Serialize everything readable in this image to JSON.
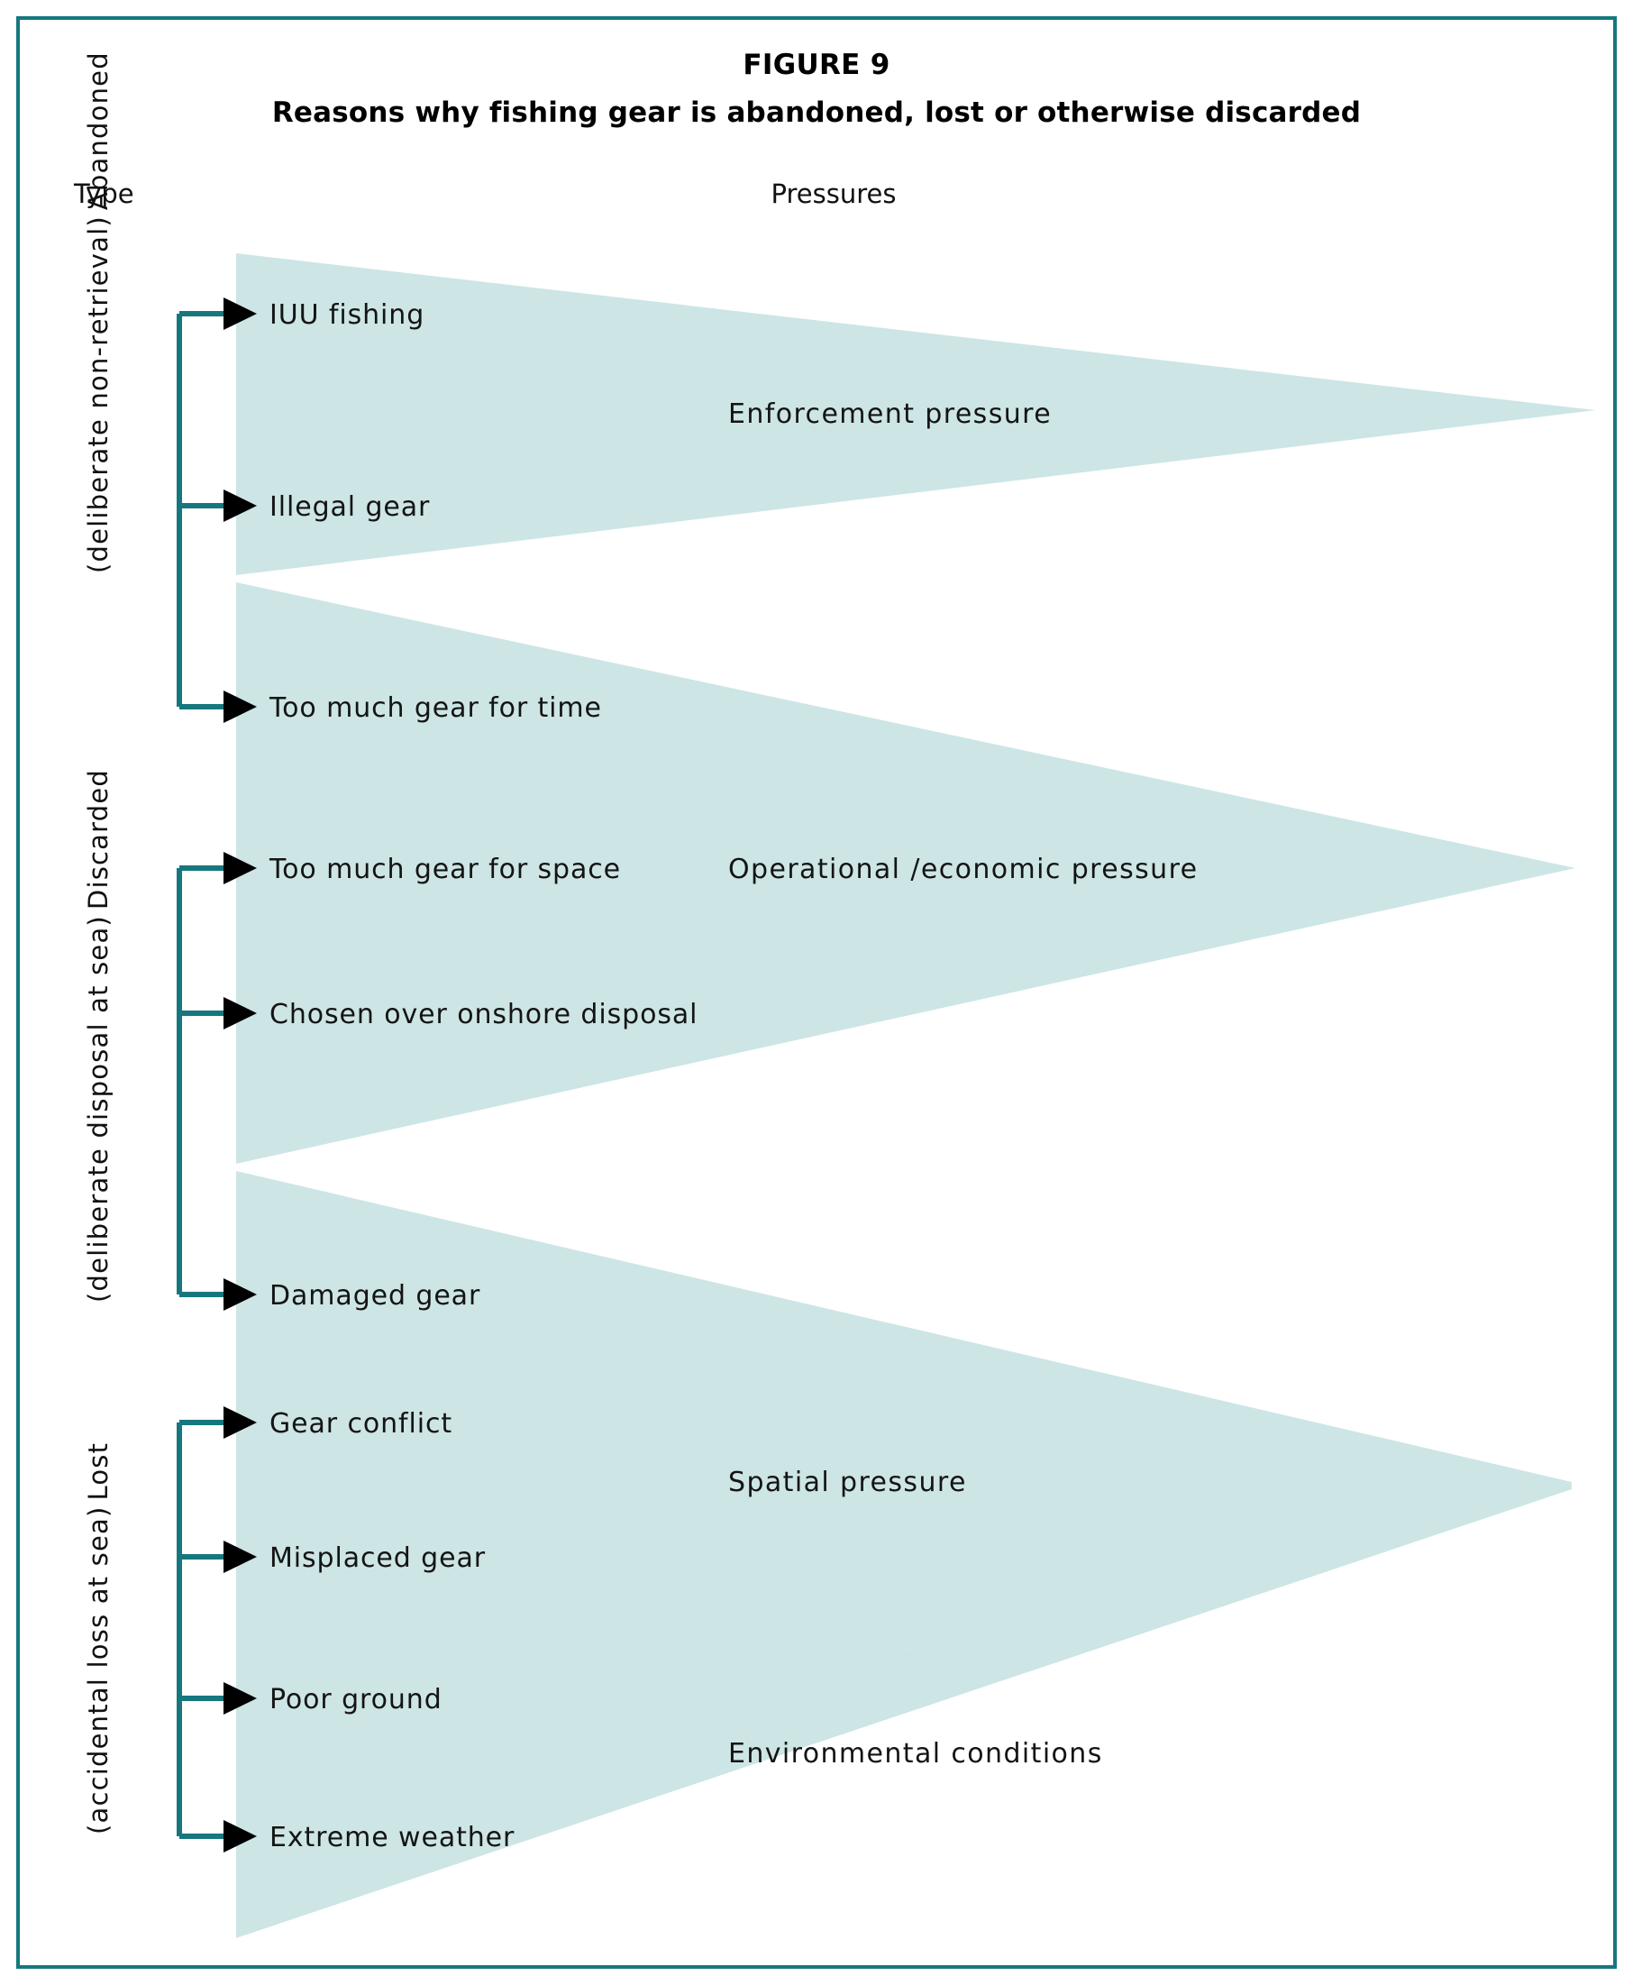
{
  "figure": {
    "number": "FIGURE 9",
    "title": "Reasons why fishing gear is abandoned, lost or otherwise discarded",
    "frame_color": "#17777e",
    "triangle_fill": "#cde5e5",
    "connector_color": "#17777e",
    "arrow_color": "#000000"
  },
  "headers": {
    "type": "Type",
    "pressures": "Pressures"
  },
  "chart_data": {
    "type": "diagram",
    "title": "Reasons why fishing gear is abandoned, lost or otherwise discarded",
    "columns": [
      "Type",
      "Pressures"
    ],
    "groups": [
      {
        "type_name": "Abandoned",
        "type_qualifier": "(deliberate non-retrieval)",
        "reasons": [
          "IUU fishing",
          "Illegal gear",
          "Too much gear for time"
        ]
      },
      {
        "type_name": "Discarded",
        "type_qualifier": "(deliberate disposal at sea)",
        "reasons": [
          "Too much gear for space",
          "Chosen over onshore disposal",
          "Damaged gear"
        ]
      },
      {
        "type_name": "Lost",
        "type_qualifier": "(accidental loss at sea)",
        "reasons": [
          "Gear conflict",
          "Misplaced gear",
          "Poor ground",
          "Extreme weather"
        ]
      }
    ],
    "pressures": [
      {
        "label": "Enforcement pressure",
        "covers_reasons": [
          "IUU fishing",
          "Illegal gear"
        ]
      },
      {
        "label": "Operational /economic pressure",
        "covers_reasons": [
          "Too much gear for time",
          "Too much gear for space",
          "Chosen over onshore disposal"
        ]
      },
      {
        "label": "Spatial pressure",
        "covers_reasons": [
          "Damaged gear",
          "Gear conflict",
          "Misplaced gear"
        ]
      },
      {
        "label": "Environmental conditions",
        "covers_reasons": [
          "Poor ground",
          "Extreme weather"
        ]
      }
    ]
  },
  "reasons": [
    {
      "label": "IUU fishing"
    },
    {
      "label": "Illegal gear"
    },
    {
      "label": "Too much gear for time"
    },
    {
      "label": "Too much gear for space"
    },
    {
      "label": "Chosen over onshore disposal"
    },
    {
      "label": "Damaged gear"
    },
    {
      "label": "Gear conflict"
    },
    {
      "label": "Misplaced gear"
    },
    {
      "label": "Poor ground"
    },
    {
      "label": "Extreme weather"
    }
  ],
  "pressures": [
    {
      "label": "Enforcement pressure"
    },
    {
      "label": "Operational /economic pressure"
    },
    {
      "label": "Spatial pressure"
    },
    {
      "label": "Environmental conditions"
    }
  ],
  "types": [
    {
      "name": "Abandoned",
      "qualifier": "(deliberate non-retrieval)"
    },
    {
      "name": "Discarded",
      "qualifier": "(deliberate disposal at sea)"
    },
    {
      "name": "Lost",
      "qualifier": "(accidental loss at sea)"
    }
  ]
}
